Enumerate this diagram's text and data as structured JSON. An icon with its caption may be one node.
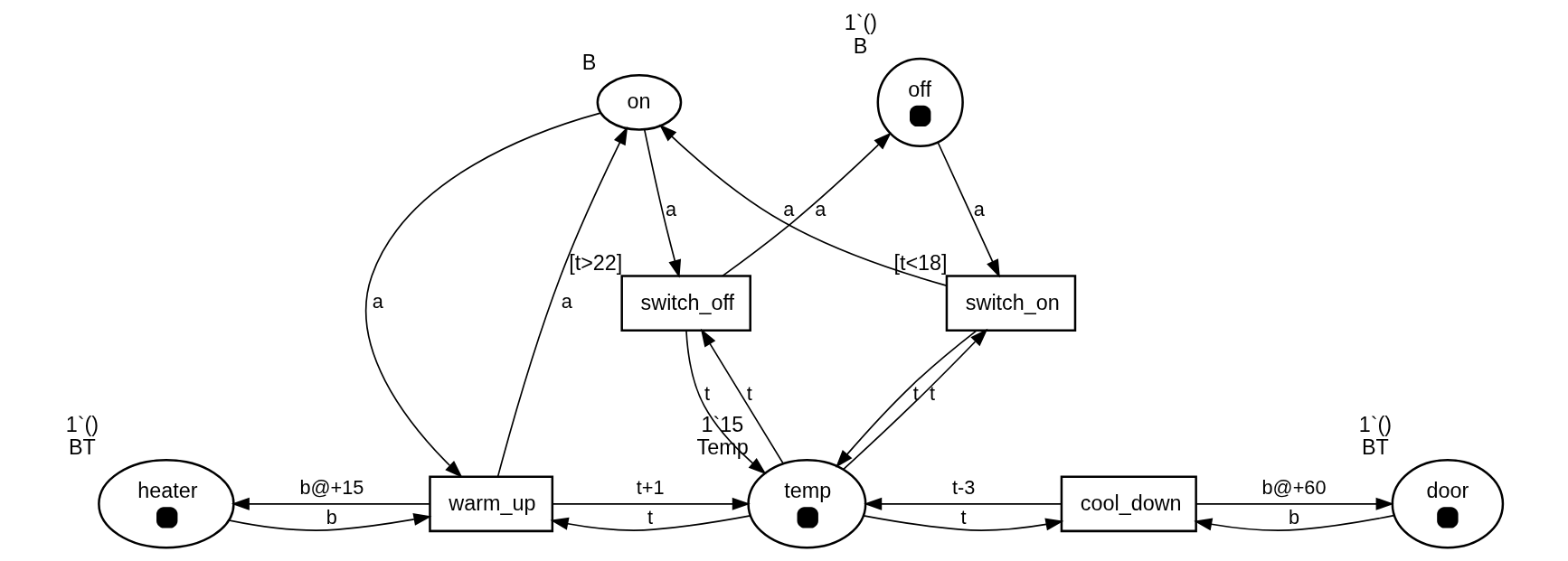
{
  "diagram": {
    "nodes": [
      {
        "text": [
          "on"
        ],
        "beside": [
          "B"
        ]
      },
      {
        "text": [
          "off"
        ],
        "beside": [
          "1`()",
          "B"
        ]
      },
      {
        "text": [
          "switch_off"
        ],
        "beside": [
          "[t>22]"
        ]
      },
      {
        "text": [
          "switch_on"
        ],
        "beside": [
          "[t<18]"
        ]
      },
      {
        "text": [
          "heater"
        ],
        "beside": [
          "1`()",
          "BT"
        ]
      },
      {
        "text": [
          "warm_up"
        ]
      },
      {
        "text": [
          "temp"
        ],
        "beside": [
          "1`15",
          "Temp"
        ]
      },
      {
        "text": [
          "cool_down"
        ]
      },
      {
        "text": [
          "door"
        ],
        "beside": [
          "1`()",
          "BT"
        ]
      }
    ],
    "edges": [
      {
        "from": 0,
        "to": 5,
        "arrow": "to",
        "label": "a"
      },
      {
        "from": 5,
        "to": 0,
        "arrow": "to",
        "label": "a"
      },
      {
        "from": 0,
        "to": 2,
        "arrow": "to",
        "label": "a"
      },
      {
        "from": 2,
        "to": 1,
        "arrow": "to",
        "label": "a"
      },
      {
        "from": 1,
        "to": 3,
        "arrow": "to",
        "label": "a"
      },
      {
        "from": 3,
        "to": 0,
        "arrow": "to",
        "label": "a"
      },
      {
        "from": 6,
        "to": 2,
        "arrow": "to",
        "label": "t"
      },
      {
        "from": 2,
        "to": 6,
        "arrow": "to",
        "label": "t"
      },
      {
        "from": 3,
        "to": 6,
        "arrow": "to",
        "label": "t"
      },
      {
        "from": 6,
        "to": 3,
        "arrow": "to",
        "label": "t"
      },
      {
        "from": 4,
        "to": 5,
        "arrow": "to",
        "label": "b"
      },
      {
        "from": 5,
        "to": 4,
        "arrow": "to",
        "label": "b@+15"
      },
      {
        "from": 6,
        "to": 5,
        "arrow": "to",
        "label": "t"
      },
      {
        "from": 5,
        "to": 6,
        "arrow": "to",
        "label": "t+1"
      },
      {
        "from": 6,
        "to": 7,
        "arrow": "to",
        "label": "t"
      },
      {
        "from": 7,
        "to": 6,
        "arrow": "to",
        "label": "t-3"
      },
      {
        "from": 8,
        "to": 7,
        "arrow": "to",
        "label": "b"
      },
      {
        "from": 7,
        "to": 8,
        "arrow": "to",
        "label": "b@+60"
      }
    ]
  }
}
